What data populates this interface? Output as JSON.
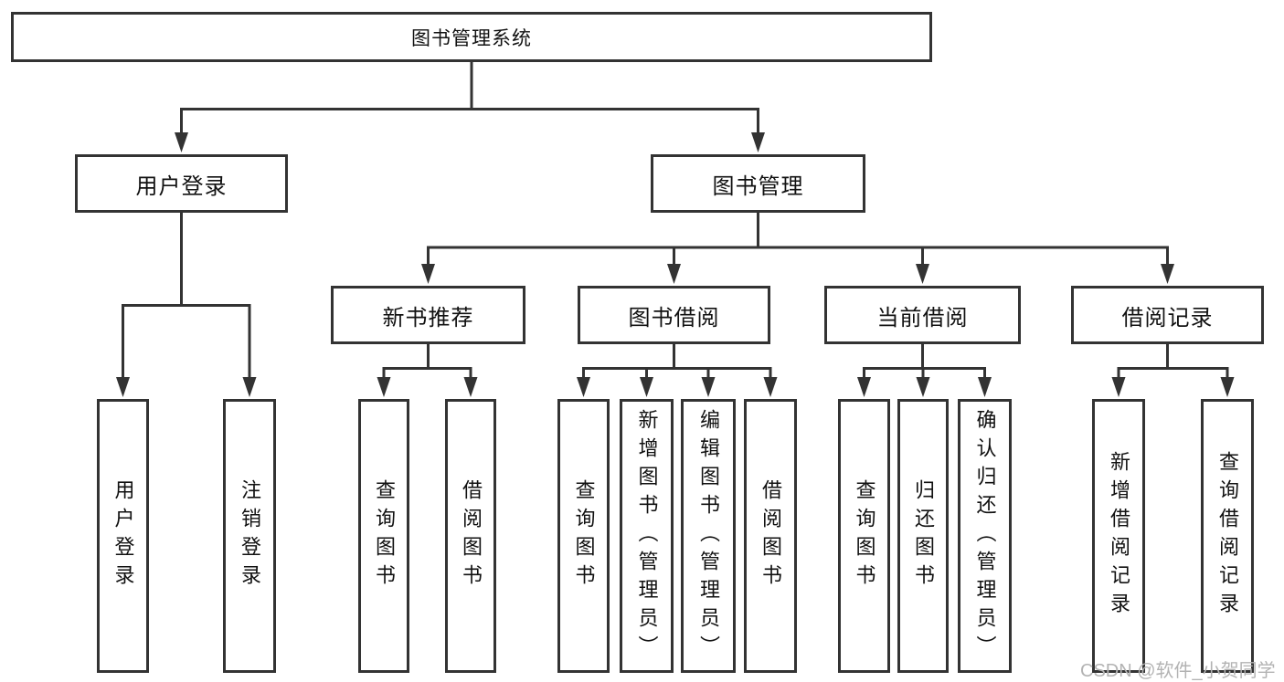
{
  "tree": {
    "root": {
      "label": "图书管理系统"
    },
    "branches": [
      {
        "label": "用户登录",
        "leaves": [
          {
            "label": "用户登录"
          },
          {
            "label": "注销登录"
          }
        ]
      },
      {
        "label": "图书管理",
        "groups": [
          {
            "label": "新书推荐",
            "leaves": [
              {
                "label": "查询图书"
              },
              {
                "label": "借阅图书"
              }
            ]
          },
          {
            "label": "图书借阅",
            "leaves": [
              {
                "label": "查询图书"
              },
              {
                "label": "新增图书（管理员）"
              },
              {
                "label": "编辑图书（管理员）"
              },
              {
                "label": "借阅图书"
              }
            ]
          },
          {
            "label": "当前借阅",
            "leaves": [
              {
                "label": "查询图书"
              },
              {
                "label": "归还图书"
              },
              {
                "label": "确认归还（管理员）"
              }
            ]
          },
          {
            "label": "借阅记录",
            "leaves": [
              {
                "label": "新增借阅记录"
              },
              {
                "label": "查询借阅记录"
              }
            ]
          }
        ]
      }
    ]
  },
  "watermark": {
    "text": "CSDN @软件_小贺同学"
  },
  "colors": {
    "line": "#333333",
    "text": "#111111",
    "watermark": "#b3b3b3",
    "background": "#ffffff"
  }
}
